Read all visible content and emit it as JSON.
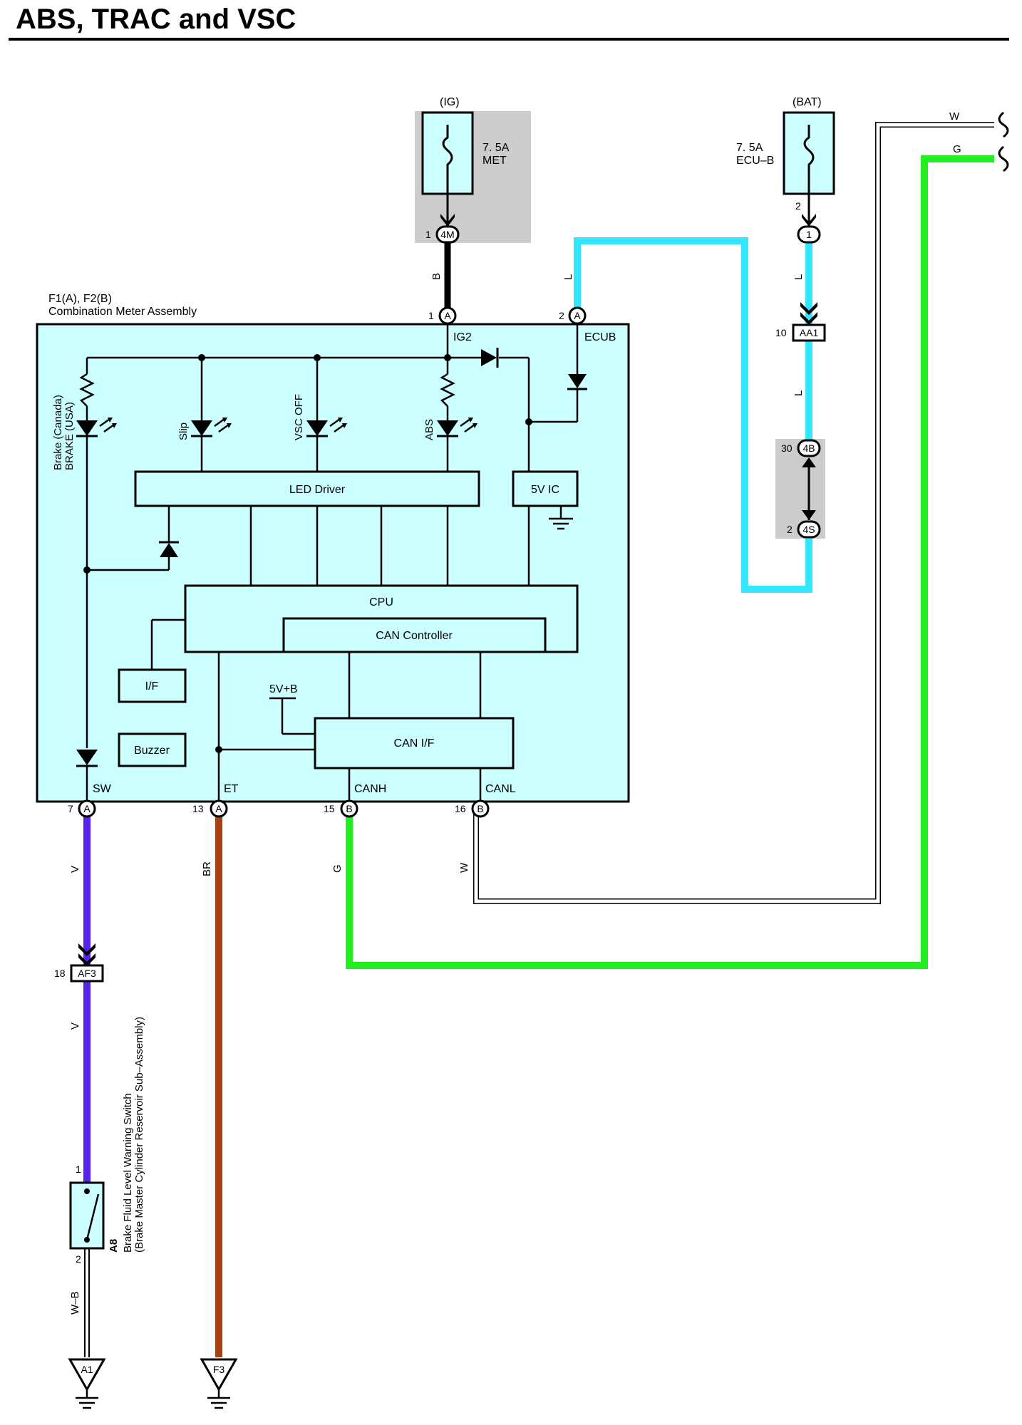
{
  "title": "ABS, TRAC and VSC",
  "assembly": {
    "code": "F1(A), F2(B)",
    "name": "Combination Meter Assembly"
  },
  "fuses": [
    {
      "source": "(IG)",
      "rating": "7. 5A",
      "name": "MET"
    },
    {
      "source": "(BAT)",
      "rating": "7. 5A",
      "name": "ECU–B"
    }
  ],
  "blocks": {
    "led_driver": "LED Driver",
    "ic5v": "5V IC",
    "cpu": "CPU",
    "can_controller": "CAN Controller",
    "if": "I/F",
    "buzzer": "Buzzer",
    "can_if": "CAN I/F",
    "v5b": "5V+B"
  },
  "indicators": {
    "brake_line1": "Brake (Canada)",
    "brake_line2": "BRAKE (USA)",
    "slip": "Slip",
    "vsc_off": "VSC OFF",
    "abs": "ABS"
  },
  "terminals": {
    "ig2": "IG2",
    "ecub": "ECUB",
    "sw": "SW",
    "et": "ET",
    "canh": "CANH",
    "canl": "CANL"
  },
  "connectors": {
    "c4m": {
      "pin": "1",
      "label": "4M"
    },
    "ca_ig2": {
      "pin": "1",
      "label": "A"
    },
    "ca_ecub": {
      "pin": "2",
      "label": "A"
    },
    "c1": {
      "pin": "2",
      "label": "1"
    },
    "aa1": {
      "pin": "10",
      "label": "AA1"
    },
    "c4b": {
      "pin": "30",
      "label": "4B"
    },
    "c4s": {
      "pin": "2",
      "label": "4S"
    },
    "ca_sw": {
      "pin": "7",
      "label": "A"
    },
    "ca_et": {
      "pin": "13",
      "label": "A"
    },
    "cb_canh": {
      "pin": "15",
      "label": "B"
    },
    "cb_canl": {
      "pin": "16",
      "label": "B"
    },
    "af3": {
      "pin": "18",
      "label": "AF3"
    }
  },
  "wires": {
    "b": "B",
    "l1": "L",
    "l2": "L",
    "l3": "L",
    "w_top": "W",
    "g_top": "G",
    "v1": "V",
    "v2": "V",
    "br": "BR",
    "g": "G",
    "w": "W",
    "wb": "W–B"
  },
  "switch": {
    "code": "A8",
    "name_line1": "Brake Fluid Level Warning Switch",
    "name_line2": "(Brake Master Cylinder Reservoir Sub–Assembly)",
    "pin1": "1",
    "pin2": "2"
  },
  "grounds": {
    "a1": "A1",
    "f3": "F3"
  },
  "colors": {
    "l_wire": "#33e5ff",
    "g_wire": "#22ee22",
    "v_wire": "#5522ee",
    "br_wire": "#a84010",
    "box_fill": "#ccffff",
    "gray_area": "#cccccc"
  }
}
